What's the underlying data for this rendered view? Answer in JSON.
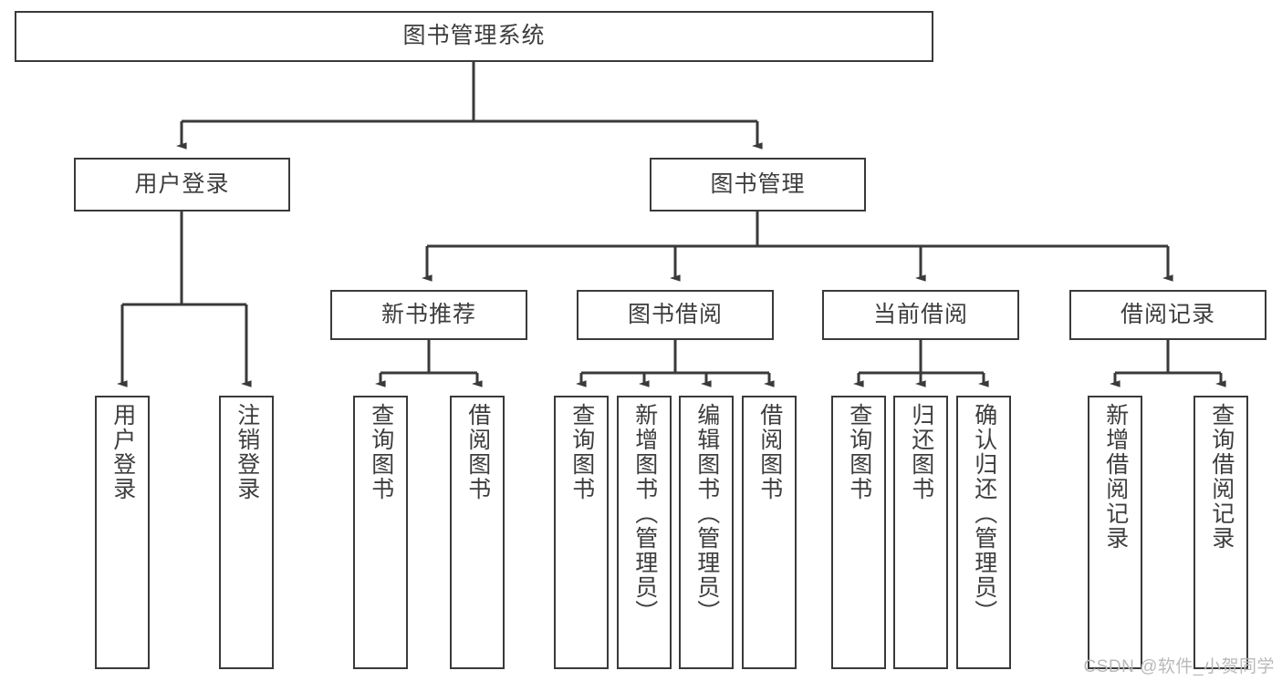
{
  "diagram": {
    "title": "图书管理系统",
    "type": "tree",
    "watermark": "CSDN @软件_小贺同学",
    "colors": {
      "box_border": "#3a3a3a",
      "box_fill": "#ffffff",
      "text": "#3d3d3d",
      "line": "#3a3a3a",
      "watermark": "#b9b9b9",
      "background": "#ffffff"
    },
    "levels": {
      "root": {
        "label": "图书管理系统"
      },
      "level2": [
        {
          "label": "用户登录"
        },
        {
          "label": "图书管理"
        }
      ],
      "level3": [
        {
          "label": "新书推荐",
          "parent": "图书管理"
        },
        {
          "label": "图书借阅",
          "parent": "图书管理"
        },
        {
          "label": "当前借阅",
          "parent": "图书管理"
        },
        {
          "label": "借阅记录",
          "parent": "图书管理"
        }
      ],
      "leaves": [
        {
          "label": "用户登录",
          "parent": "用户登录"
        },
        {
          "label": "注销登录",
          "parent": "用户登录"
        },
        {
          "label": "查询图书",
          "parent": "新书推荐"
        },
        {
          "label": "借阅图书",
          "parent": "新书推荐"
        },
        {
          "label": "查询图书",
          "parent": "图书借阅"
        },
        {
          "label": "新增图书（管理员）",
          "parent": "图书借阅"
        },
        {
          "label": "编辑图书（管理员）",
          "parent": "图书借阅"
        },
        {
          "label": "借阅图书",
          "parent": "图书借阅"
        },
        {
          "label": "查询图书",
          "parent": "当前借阅"
        },
        {
          "label": "归还图书",
          "parent": "当前借阅"
        },
        {
          "label": "确认归还（管理员）",
          "parent": "当前借阅"
        },
        {
          "label": "新增借阅记录",
          "parent": "借阅记录"
        },
        {
          "label": "查询借阅记录",
          "parent": "借阅记录"
        }
      ]
    }
  }
}
